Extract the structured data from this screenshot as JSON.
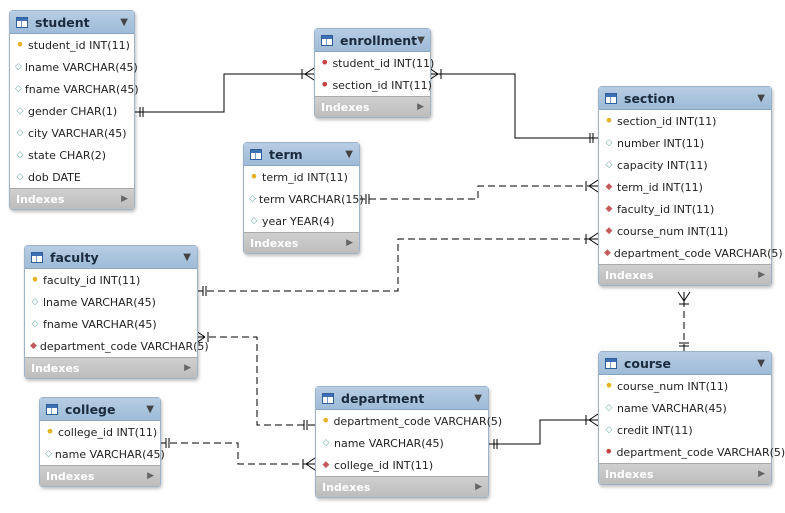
{
  "footer_label": "Indexes",
  "colors": {
    "header": "#a8c4df",
    "footer": "#c4c4c4",
    "pk": "#e3b324",
    "fk": "#c84040",
    "line": "#000000"
  },
  "tables": [
    {
      "id": "student",
      "name": "student",
      "columns": [
        {
          "text": "student_id INT(11)",
          "icon": "primary-key-icon"
        },
        {
          "text": "lname VARCHAR(45)",
          "icon": "column-icon"
        },
        {
          "text": "fname VARCHAR(45)",
          "icon": "column-icon"
        },
        {
          "text": "gender CHAR(1)",
          "icon": "column-icon"
        },
        {
          "text": "city VARCHAR(45)",
          "icon": "column-icon"
        },
        {
          "text": "state CHAR(2)",
          "icon": "column-icon"
        },
        {
          "text": "dob DATE",
          "icon": "column-icon"
        }
      ]
    },
    {
      "id": "enrollment",
      "name": "enrollment",
      "columns": [
        {
          "text": "student_id INT(11)",
          "icon": "foreign-key-icon"
        },
        {
          "text": "section_id INT(11)",
          "icon": "foreign-key-icon"
        }
      ]
    },
    {
      "id": "section",
      "name": "section",
      "columns": [
        {
          "text": "section_id INT(11)",
          "icon": "primary-key-icon"
        },
        {
          "text": "number INT(11)",
          "icon": "column-icon"
        },
        {
          "text": "capacity INT(11)",
          "icon": "column-icon"
        },
        {
          "text": "term_id INT(11)",
          "icon": "foreign-column-icon"
        },
        {
          "text": "faculty_id INT(11)",
          "icon": "foreign-column-icon"
        },
        {
          "text": "course_num INT(11)",
          "icon": "foreign-column-icon"
        },
        {
          "text": "department_code VARCHAR(5)",
          "icon": "foreign-column-icon"
        }
      ]
    },
    {
      "id": "term",
      "name": "term",
      "columns": [
        {
          "text": "term_id INT(11)",
          "icon": "primary-key-icon"
        },
        {
          "text": "term VARCHAR(15)",
          "icon": "column-icon"
        },
        {
          "text": "year YEAR(4)",
          "icon": "column-icon"
        }
      ]
    },
    {
      "id": "faculty",
      "name": "faculty",
      "columns": [
        {
          "text": "faculty_id INT(11)",
          "icon": "primary-key-icon"
        },
        {
          "text": "lname VARCHAR(45)",
          "icon": "column-icon"
        },
        {
          "text": "fname VARCHAR(45)",
          "icon": "column-icon"
        },
        {
          "text": "department_code VARCHAR(5)",
          "icon": "foreign-column-icon"
        }
      ]
    },
    {
      "id": "course",
      "name": "course",
      "columns": [
        {
          "text": "course_num INT(11)",
          "icon": "primary-key-icon"
        },
        {
          "text": "name VARCHAR(45)",
          "icon": "column-icon"
        },
        {
          "text": "credit INT(11)",
          "icon": "column-icon"
        },
        {
          "text": "department_code VARCHAR(5)",
          "icon": "foreign-key-icon"
        }
      ]
    },
    {
      "id": "college",
      "name": "college",
      "columns": [
        {
          "text": "college_id INT(11)",
          "icon": "primary-key-icon"
        },
        {
          "text": "name VARCHAR(45)",
          "icon": "column-icon"
        }
      ]
    },
    {
      "id": "department",
      "name": "department",
      "columns": [
        {
          "text": "department_code VARCHAR(5)",
          "icon": "primary-key-icon"
        },
        {
          "text": "name VARCHAR(45)",
          "icon": "column-icon"
        },
        {
          "text": "college_id INT(11)",
          "icon": "foreign-column-icon"
        }
      ]
    }
  ],
  "relationships": [
    {
      "from": "student",
      "to": "enrollment",
      "identifying": true
    },
    {
      "from": "section",
      "to": "enrollment",
      "identifying": true
    },
    {
      "from": "term",
      "to": "section",
      "identifying": false
    },
    {
      "from": "faculty",
      "to": "section",
      "identifying": false
    },
    {
      "from": "course",
      "to": "section",
      "identifying": false
    },
    {
      "from": "department",
      "to": "faculty",
      "identifying": false
    },
    {
      "from": "department",
      "to": "course",
      "identifying": true
    },
    {
      "from": "college",
      "to": "department",
      "identifying": false
    }
  ]
}
